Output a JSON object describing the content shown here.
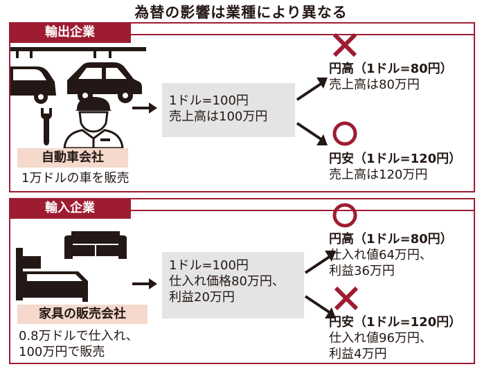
{
  "title": "為替の影響は業種により異なる",
  "export": {
    "tag": "輸出企業",
    "company": "自動車会社",
    "desc": "1万ドルの車を販売",
    "box": [
      "1ドル=100円",
      "売上高は100万円"
    ],
    "results": [
      {
        "mark": "cross",
        "heading": "円高（1ドル=80円）",
        "lines": [
          "売上高は80万円"
        ]
      },
      {
        "mark": "circle",
        "heading": "円安（1ドル=120円）",
        "lines": [
          "売上高は120万円"
        ]
      }
    ]
  },
  "import": {
    "tag": "輸入企業",
    "company": "家具の販売会社",
    "desc": [
      "0.8万ドルで仕入れ、",
      "100万円で販売"
    ],
    "box": [
      "1ドル=100円",
      "仕入れ価格80万円、",
      "利益20万円"
    ],
    "results": [
      {
        "mark": "circle",
        "heading": "円高（1ドル=80円）",
        "lines": [
          "仕入れ値64万円、",
          "利益36万円"
        ]
      },
      {
        "mark": "cross",
        "heading": "円安（1ドル=120円）",
        "lines": [
          "仕入れ値96万円、",
          "利益4万円"
        ]
      }
    ]
  },
  "colors": {
    "accent": "#9e1c32",
    "highlight": "#f4d9cc",
    "box": "#e4e4e4",
    "illustration": "#231815"
  }
}
